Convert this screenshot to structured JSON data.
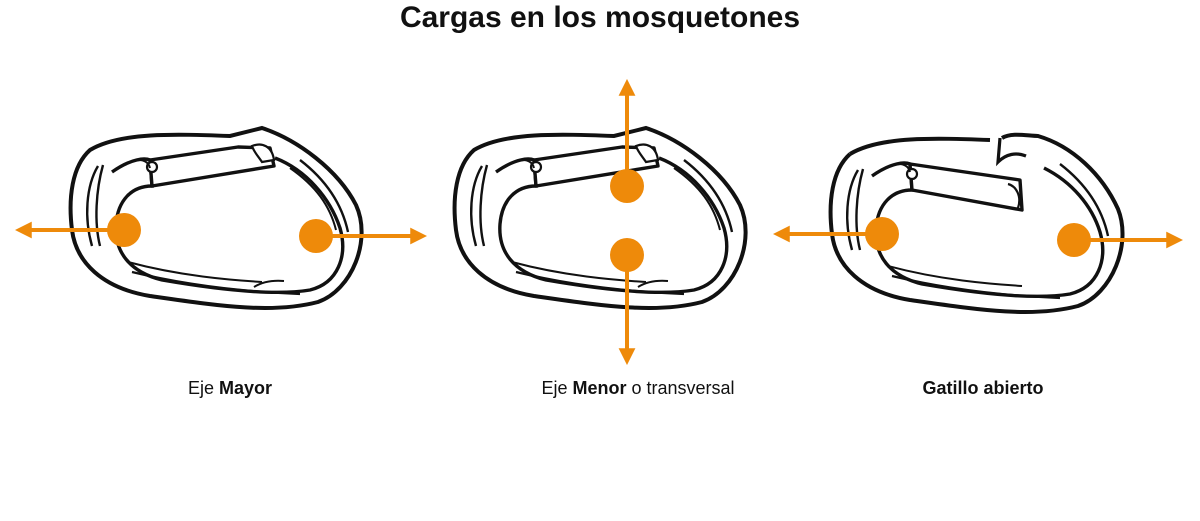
{
  "title": "Cargas en los mosquetones",
  "panels": [
    {
      "caption_plain": "Eje ",
      "caption_bold": "Mayor",
      "caption_tail": ""
    },
    {
      "caption_plain": "Eje ",
      "caption_bold": "Menor",
      "caption_tail": " o transversal"
    },
    {
      "caption_plain": "",
      "caption_bold": "Gatillo abierto",
      "caption_tail": ""
    }
  ],
  "colors": {
    "accent": "#ee8a0a",
    "ink": "#111111",
    "background": "#ffffff"
  }
}
